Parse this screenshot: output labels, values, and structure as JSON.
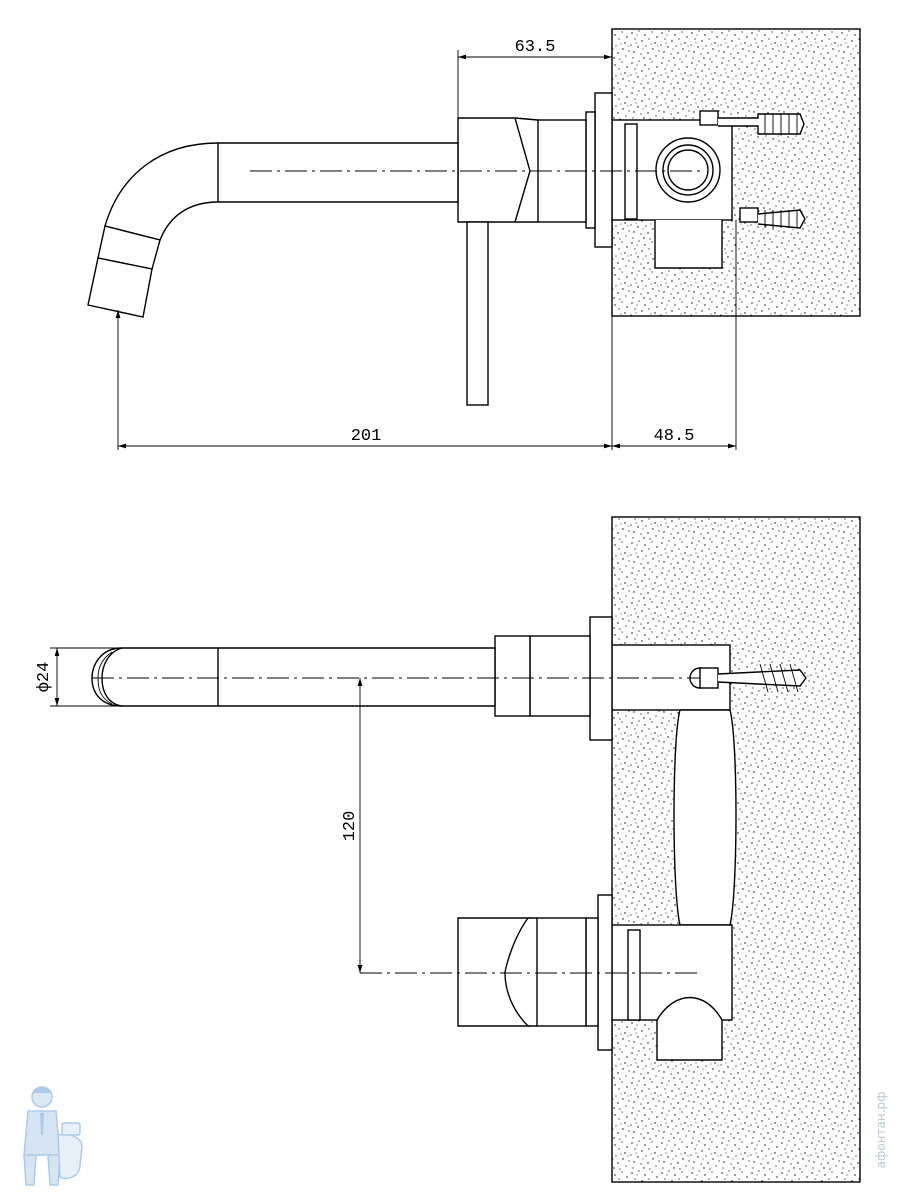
{
  "dimensions": {
    "top_spout_projection": "63.5",
    "top_total_length": "201",
    "top_wall_depth": "48.5",
    "side_spout_diameter": "ф24",
    "side_vertical_spacing": "120"
  },
  "watermark": "афонтан.рф",
  "colors": {
    "line": "#000000",
    "wall_speckle": "#000000",
    "logo": "#9fc3e6"
  }
}
